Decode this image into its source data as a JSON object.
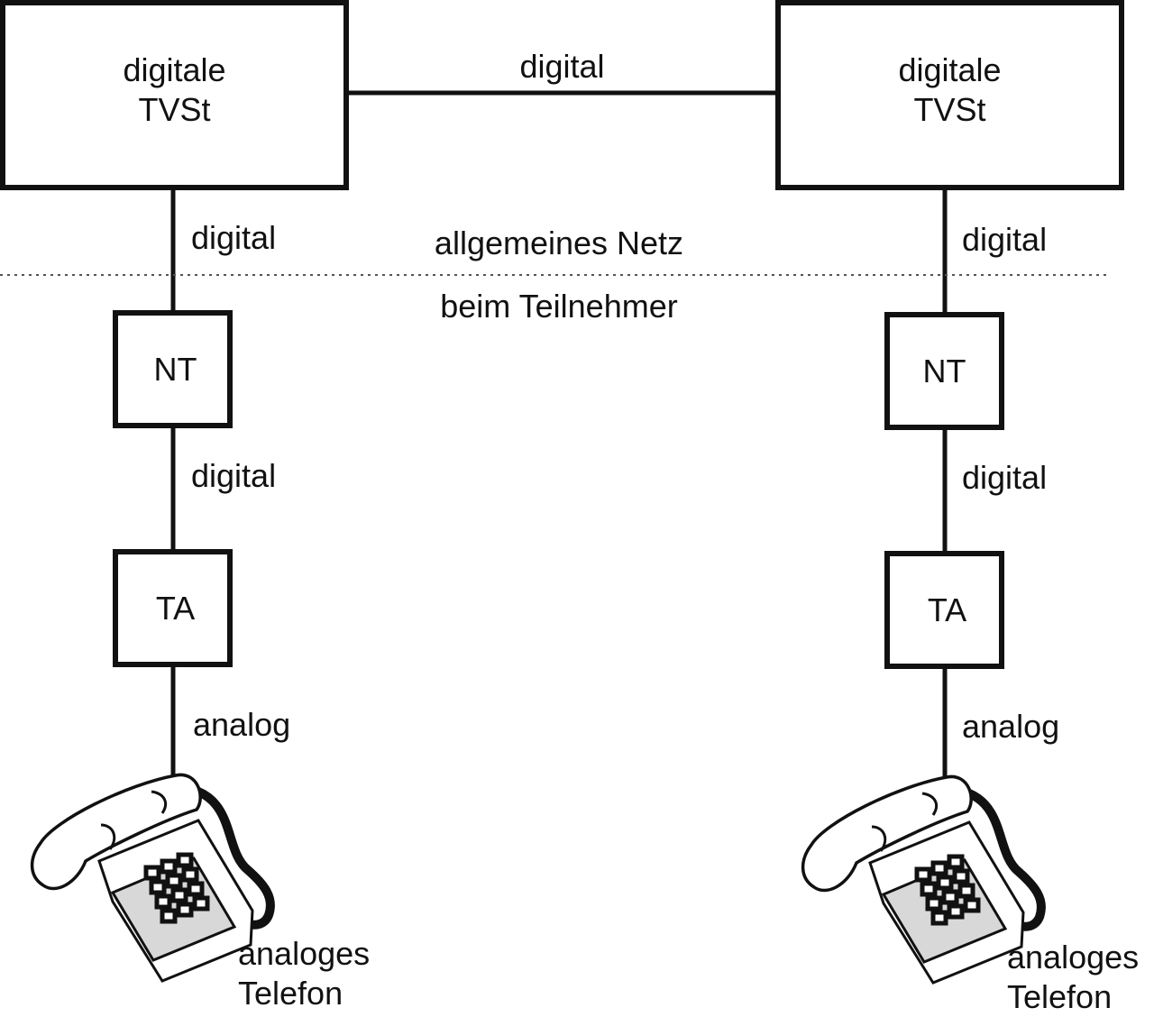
{
  "exchange_left": {
    "label": "digitale\nTVSt"
  },
  "exchange_right": {
    "label": "digitale\nTVSt"
  },
  "trunk": {
    "label": "digital"
  },
  "boundary": {
    "upper": "allgemeines Netz",
    "lower": "beim Teilnehmer"
  },
  "left": {
    "nt": "NT",
    "ta": "TA",
    "link_exchange_nt": "digital",
    "link_nt_ta": "digital",
    "link_ta_phone": "analog",
    "phone": "analoges\nTelefon",
    "phone_icon": "telephone-icon"
  },
  "right": {
    "nt": "NT",
    "ta": "TA",
    "link_exchange_nt": "digital",
    "link_nt_ta": "digital",
    "link_ta_phone": "analog",
    "phone": "analoges\nTelefon",
    "phone_icon": "telephone-icon"
  },
  "colors": {
    "ink": "#111111",
    "boundary": "#555555",
    "panel": "#d8d8d8"
  }
}
